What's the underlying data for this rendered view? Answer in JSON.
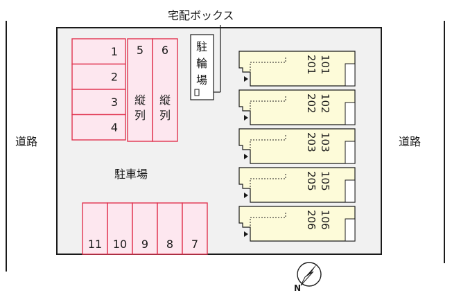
{
  "labels": {
    "delivery_box": "宅配ボックス",
    "road_left": "道路",
    "road_right": "道路",
    "parking": "駐車場",
    "bike_parking": "駐輪場",
    "tandem_a": "縦列",
    "tandem_b": "縦列",
    "compass_n": "N"
  },
  "parking_left": [
    "1",
    "2",
    "3",
    "4"
  ],
  "parking_tandem": [
    "5",
    "6"
  ],
  "parking_bottom": [
    "11",
    "10",
    "9",
    "8",
    "7"
  ],
  "units": [
    {
      "upper": "201",
      "lower": "101"
    },
    {
      "upper": "202",
      "lower": "102"
    },
    {
      "upper": "203",
      "lower": "103"
    },
    {
      "upper": "205",
      "lower": "105"
    },
    {
      "upper": "206",
      "lower": "106"
    }
  ],
  "colors": {
    "lot_fill": "#f1f1f1",
    "space_fill": "#fde7ef",
    "space_stroke": "#e0334f",
    "building_fill": "#fdfbd9",
    "line": "#1a1a1a"
  }
}
